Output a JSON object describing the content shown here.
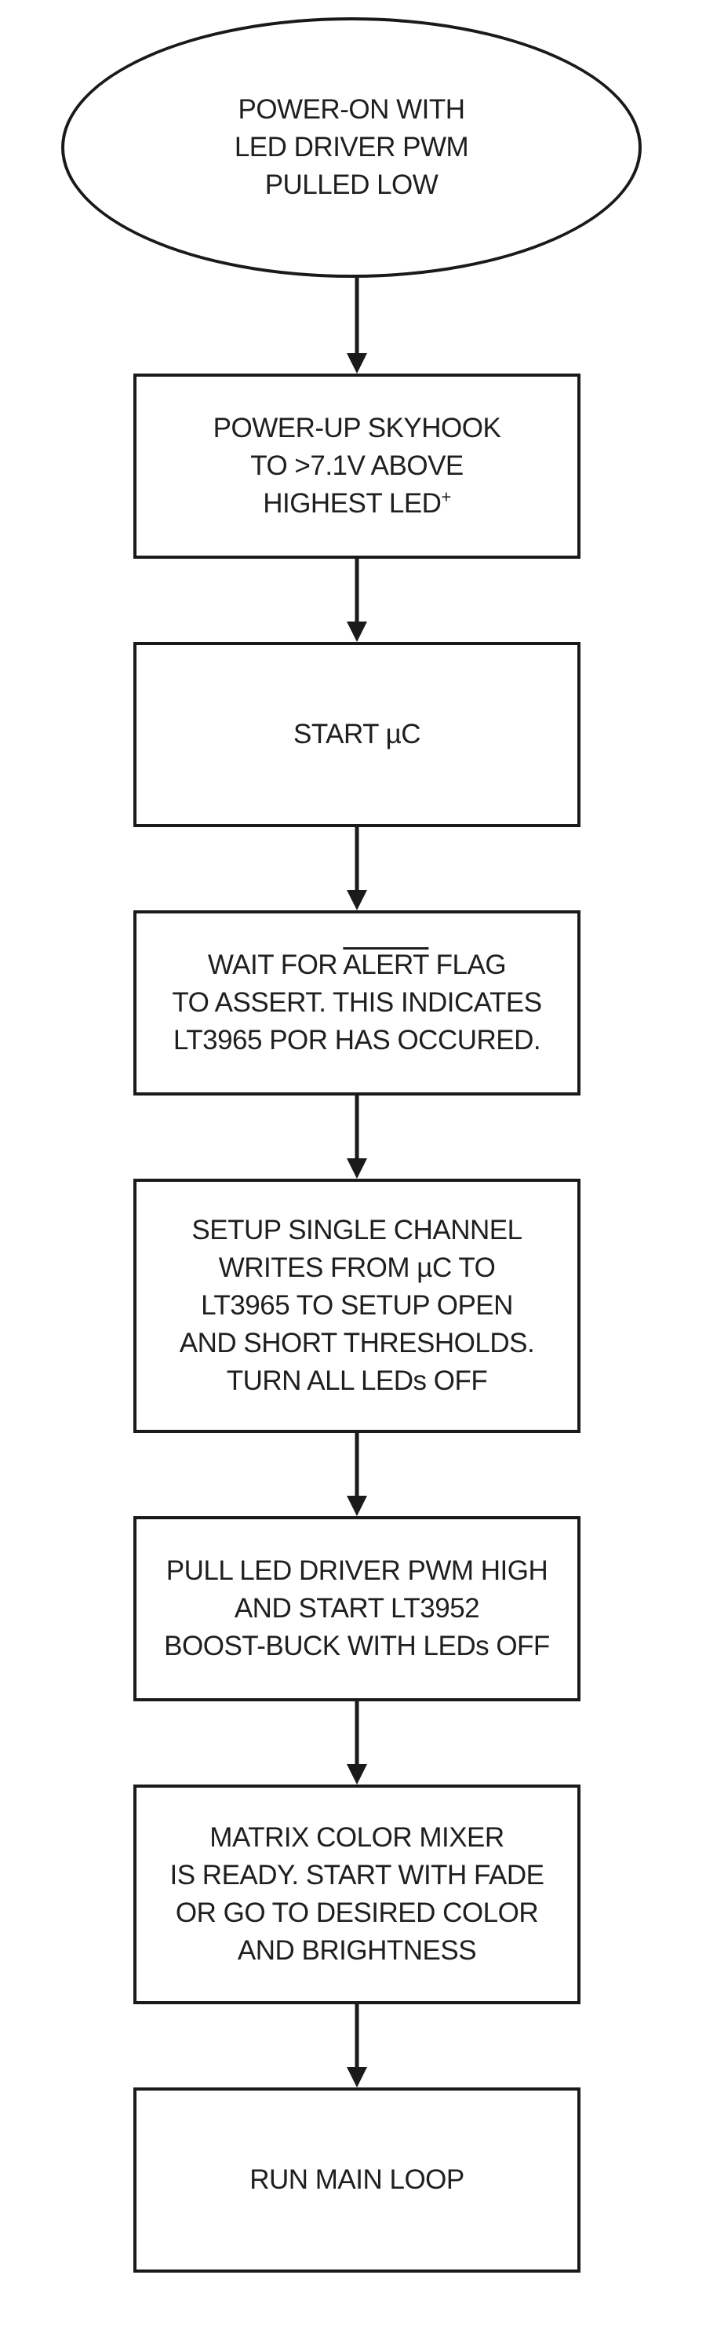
{
  "flowchart": {
    "nodes": [
      {
        "id": "start",
        "shape": "ellipse",
        "lines": [
          "POWER-ON WITH",
          "LED DRIVER PWM",
          "PULLED LOW"
        ]
      },
      {
        "id": "power-up-skyhook",
        "shape": "box",
        "lines": [
          "POWER-UP SKYHOOK",
          "TO >7.1V ABOVE"
        ],
        "line3_text": "HIGHEST LED",
        "line3_sup": "+"
      },
      {
        "id": "start-uc",
        "shape": "box",
        "lines": [
          "START µC"
        ]
      },
      {
        "id": "wait-alert",
        "shape": "box",
        "line1_prefix": "WAIT FOR ",
        "line1_overline": "ALERT",
        "line1_suffix": " FLAG",
        "lines": [
          "TO ASSERT. THIS INDICATES",
          "LT3965 POR HAS OCCURED."
        ]
      },
      {
        "id": "setup-writes",
        "shape": "box",
        "lines": [
          "SETUP SINGLE CHANNEL",
          "WRITES FROM µC TO",
          "LT3965 TO SETUP OPEN",
          "AND SHORT THRESHOLDS.",
          "TURN ALL LEDs OFF"
        ]
      },
      {
        "id": "pull-pwm-high",
        "shape": "box",
        "lines": [
          "PULL LED DRIVER PWM HIGH",
          "AND START LT3952",
          "BOOST-BUCK WITH LEDs OFF"
        ]
      },
      {
        "id": "mixer-ready",
        "shape": "box",
        "lines": [
          "MATRIX COLOR MIXER",
          "IS READY. START WITH FADE",
          "OR GO TO DESIRED COLOR",
          "AND BRIGHTNESS"
        ]
      },
      {
        "id": "main-loop",
        "shape": "box",
        "lines": [
          "RUN MAIN LOOP"
        ]
      }
    ],
    "edges": [
      {
        "from": "start",
        "to": "power-up-skyhook"
      },
      {
        "from": "power-up-skyhook",
        "to": "start-uc"
      },
      {
        "from": "start-uc",
        "to": "wait-alert"
      },
      {
        "from": "wait-alert",
        "to": "setup-writes"
      },
      {
        "from": "setup-writes",
        "to": "pull-pwm-high"
      },
      {
        "from": "pull-pwm-high",
        "to": "mixer-ready"
      },
      {
        "from": "mixer-ready",
        "to": "main-loop"
      }
    ],
    "colors": {
      "stroke": "#1a1a1a",
      "text": "#1f1f1f",
      "background": "#ffffff"
    }
  }
}
